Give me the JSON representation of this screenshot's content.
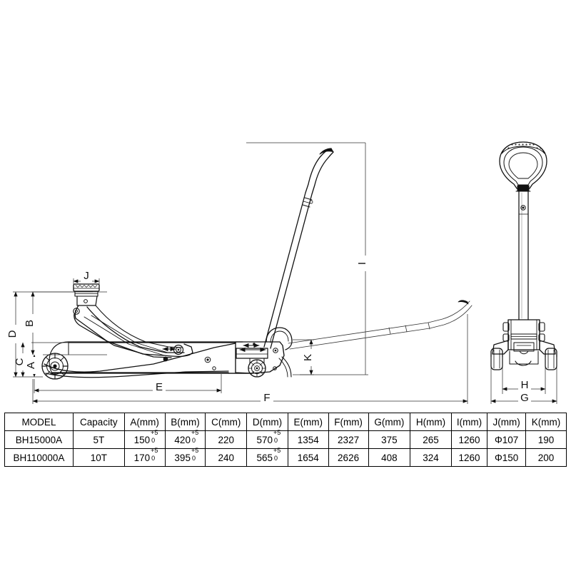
{
  "drawing": {
    "title": "Hydraulic floor jack dimensional drawing",
    "views": [
      {
        "name": "side-view",
        "description": "Side elevation of long-chassis floor jack with raised lift arm, saddle and operating handle"
      },
      {
        "name": "front-view",
        "description": "Front elevation showing handle with knurled grip, chassis and wheels"
      }
    ],
    "dimension_labels": [
      {
        "id": "A",
        "text": "A",
        "view": "side-view",
        "orientation": "vertical"
      },
      {
        "id": "B",
        "text": "B",
        "view": "side-view",
        "orientation": "vertical"
      },
      {
        "id": "C",
        "text": "C",
        "view": "side-view",
        "orientation": "vertical"
      },
      {
        "id": "D",
        "text": "D",
        "view": "side-view",
        "orientation": "vertical"
      },
      {
        "id": "E",
        "text": "E",
        "view": "side-view",
        "orientation": "horizontal"
      },
      {
        "id": "F",
        "text": "F",
        "view": "side-view",
        "orientation": "horizontal"
      },
      {
        "id": "G",
        "text": "G",
        "view": "front-view",
        "orientation": "horizontal"
      },
      {
        "id": "H",
        "text": "H",
        "view": "front-view",
        "orientation": "horizontal"
      },
      {
        "id": "I",
        "text": "I",
        "view": "side-view",
        "orientation": "vertical"
      },
      {
        "id": "J",
        "text": "J",
        "view": "side-view",
        "orientation": "horizontal"
      },
      {
        "id": "K",
        "text": "K",
        "view": "side-view",
        "orientation": "vertical"
      }
    ]
  },
  "table": {
    "headers": [
      "MODEL",
      "Capacity",
      "A(mm)",
      "B(mm)",
      "C(mm)",
      "D(mm)",
      "E(mm)",
      "F(mm)",
      "G(mm)",
      "H(mm)",
      "I(mm)",
      "J(mm)",
      "K(mm)"
    ],
    "rows": [
      {
        "model": "BH15000A",
        "capacity": "5T",
        "a": "150",
        "a_tol_up": "+5",
        "a_tol_dn": "0",
        "b": "420",
        "b_tol_up": "+5",
        "b_tol_dn": "0",
        "c": "220",
        "d": "570",
        "d_tol_up": "+5",
        "d_tol_dn": "0",
        "e": "1354",
        "f": "2327",
        "g": "375",
        "h": "265",
        "i": "1260",
        "j": "Φ107",
        "k": "190"
      },
      {
        "model": "BH110000A",
        "capacity": "10T",
        "a": "170",
        "a_tol_up": "+5",
        "a_tol_dn": "0",
        "b": "395",
        "b_tol_up": "+5",
        "b_tol_dn": "0",
        "c": "240",
        "d": "565",
        "d_tol_up": "+5",
        "d_tol_dn": "0",
        "e": "1654",
        "f": "2626",
        "g": "408",
        "h": "324",
        "i": "1260",
        "j": "Φ150",
        "k": "200"
      }
    ]
  },
  "colors": {
    "line": "#111111",
    "thin_line": "#555555",
    "background": "#ffffff"
  }
}
